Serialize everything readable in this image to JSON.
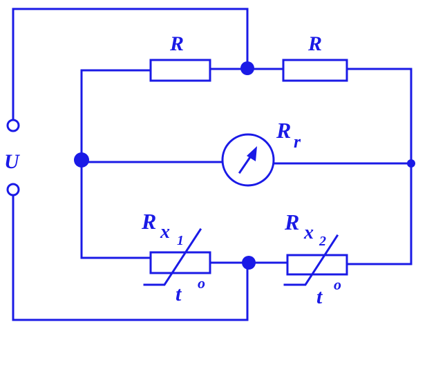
{
  "colors": {
    "stroke": "#1a1ae6",
    "background": "#ffffff"
  },
  "labels": {
    "voltage": "U",
    "resistor_top_left": "R",
    "resistor_top_right": "R",
    "gauge": {
      "main": "R",
      "sub": "r"
    },
    "thermistor_1": {
      "main": "R",
      "sub": "x",
      "subsub": "1",
      "temp": "t",
      "deg": "o"
    },
    "thermistor_2": {
      "main": "R",
      "sub": "x",
      "subsub": "2",
      "temp": "t",
      "deg": "o"
    }
  }
}
